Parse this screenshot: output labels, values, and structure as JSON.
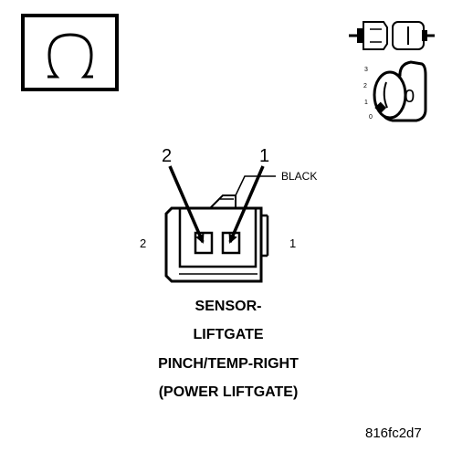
{
  "icons": {
    "ohm_symbol": "ohm-icon",
    "connector_symbol": "disconnected-connector-icon",
    "ignition_symbol": "ignition-key-icon",
    "ignition_positions": [
      "3",
      "2",
      "1",
      "0"
    ],
    "ignition_key_label": "0"
  },
  "connector": {
    "wire_color": "BLACK",
    "callouts": [
      "2",
      "1"
    ],
    "pin_labels": {
      "left": "2",
      "right": "1"
    }
  },
  "title_lines": [
    "SENSOR-",
    "LIFTGATE",
    "PINCH/TEMP-RIGHT",
    "(POWER LIFTGATE)"
  ],
  "figure_code": "816fc2d7"
}
